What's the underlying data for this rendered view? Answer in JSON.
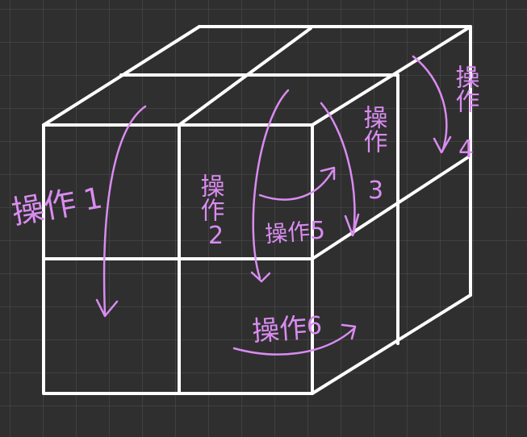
{
  "colors": {
    "background": "#2f2f2f",
    "grid": "#4a4a4a",
    "cube_edges": "#ffffff",
    "annotation": "#d98cf0"
  },
  "annotations": {
    "op1": {
      "word": "操作",
      "num": "1"
    },
    "op2": {
      "word": "操作",
      "num": "2"
    },
    "op3": {
      "word": "操作",
      "num": "3"
    },
    "op4": {
      "word": "操作",
      "num": "4"
    },
    "op5": {
      "word": "操作",
      "num": "5"
    },
    "op6": {
      "word": "操作",
      "num": "6"
    }
  }
}
